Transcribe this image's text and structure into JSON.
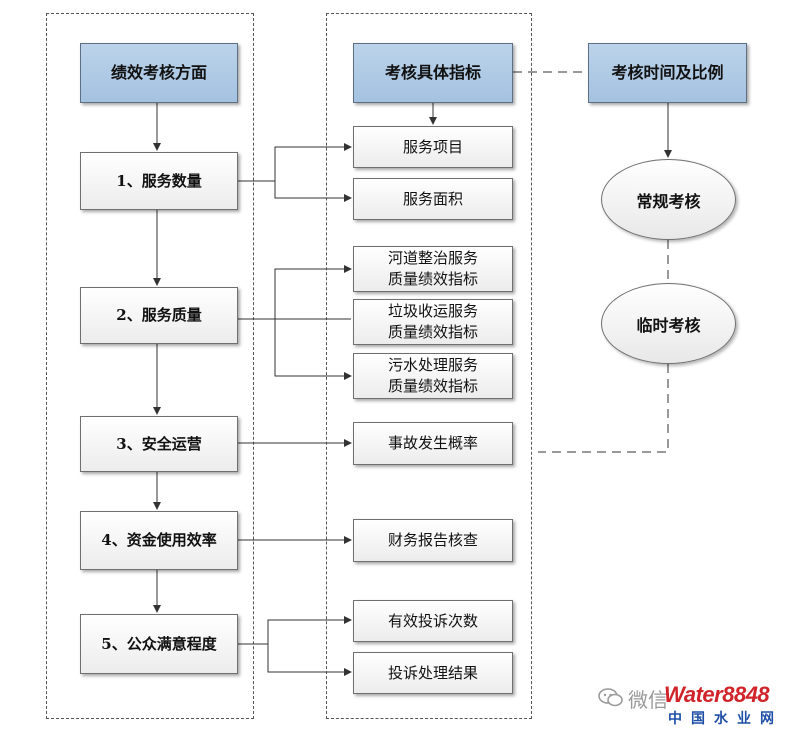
{
  "left_column": {
    "header": "绩效考核方面",
    "items": [
      "1、服务数量",
      "2、服务质量",
      "3、安全运营",
      "4、资金使用效率",
      "5、公众满意程度"
    ]
  },
  "middle_column": {
    "header": "考核具体指标",
    "items": [
      "服务项目",
      "服务面积",
      "河道整治服务\n质量绩效指标",
      "垃圾收运服务\n质量绩效指标",
      "污水处理服务\n质量绩效指标",
      "事故发生概率",
      "财务报告核查",
      "有效投诉次数",
      "投诉处理结果"
    ]
  },
  "right_column": {
    "header": "考核时间及比例",
    "ellipses": [
      "常规考核",
      "临时考核"
    ]
  },
  "watermark": {
    "prefix": "微信",
    "logo": "Water8848",
    "sub": "中国水业网"
  },
  "colors": {
    "header_fill": "#a9c4e0",
    "box_fill": "#f2f2f2",
    "line": "#333333",
    "watermark_red": "#d1242a",
    "watermark_blue": "#1e4fa6"
  }
}
